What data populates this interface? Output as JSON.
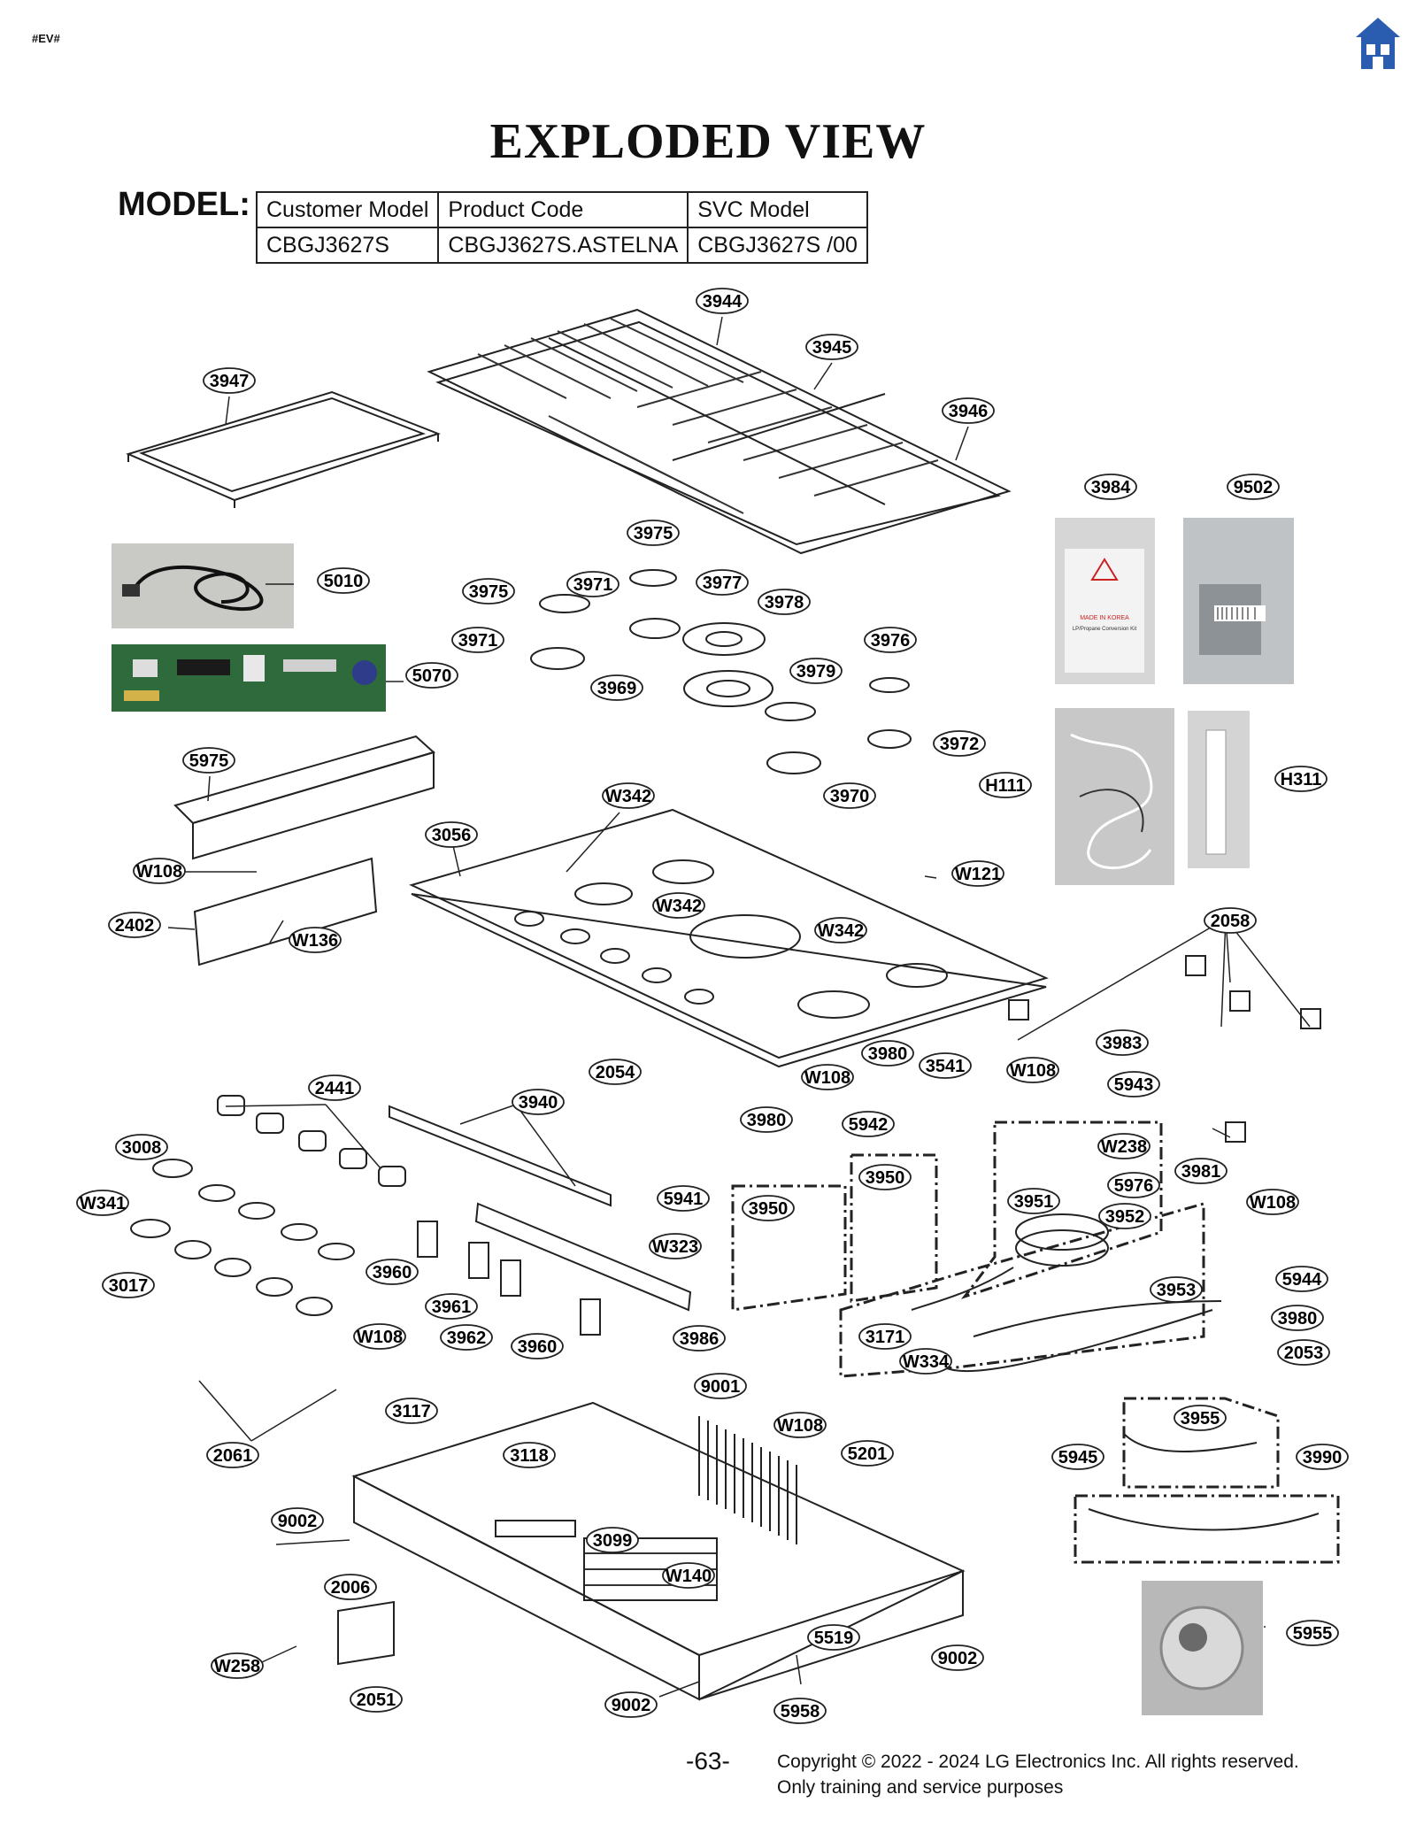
{
  "page": {
    "tag": "#EV#",
    "title": "EXPLODED VIEW",
    "page_number": "-63-",
    "copyright_line1": "Copyright © 2022 - 2024 LG Electronics Inc. All rights reserved.",
    "copyright_line2": "Only training and service purposes"
  },
  "model": {
    "label": "MODEL:",
    "headers": [
      "Customer Model",
      "Product Code",
      "SVC Model"
    ],
    "values": [
      "CBGJ3627S",
      "CBGJ3627S.ASTELNA",
      "CBGJ3627S  /00"
    ]
  },
  "icons": {
    "home": "home-icon"
  },
  "colors": {
    "home_icon": "#2a5db0",
    "line": "#222222"
  },
  "photo_labels": {
    "bag_3984_text1": "MADE IN KOREA",
    "bag_3984_text2": "LP/Propane Conversion Kit"
  },
  "callouts": [
    "3944",
    "3945",
    "3946",
    "3947",
    "3984",
    "9502",
    "5010",
    "3975",
    "3975",
    "3971",
    "3977",
    "3978",
    "3971",
    "3976",
    "5070",
    "3969",
    "3979",
    "3972",
    "H111",
    "H311",
    "5975",
    "W342",
    "3970",
    "3056",
    "W108",
    "W121",
    "W342",
    "W342",
    "2402",
    "W136",
    "2058",
    "3983",
    "2054",
    "3980",
    "W108",
    "3541",
    "W108",
    "5943",
    "2441",
    "3940",
    "3980",
    "5942",
    "W238",
    "3008",
    "3950",
    "5976",
    "3981",
    "W341",
    "5941",
    "3950",
    "3951",
    "W108",
    "3952",
    "W323",
    "3960",
    "5944",
    "3017",
    "3953",
    "3961",
    "3980",
    "3171",
    "3986",
    "3962",
    "3960",
    "W334",
    "2053",
    "W108",
    "3117",
    "9001",
    "3955",
    "W108",
    "2061",
    "3118",
    "5201",
    "5945",
    "3990",
    "9002",
    "3099",
    "W140",
    "2006",
    "5955",
    "5519",
    "W258",
    "9002",
    "2051",
    "9002",
    "5958"
  ]
}
